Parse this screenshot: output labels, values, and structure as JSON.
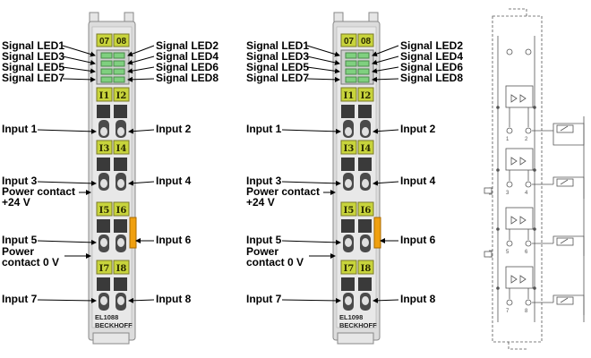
{
  "modules": [
    {
      "model": "EL1088",
      "brand": "BECKHOFF",
      "led_labels": [
        "07",
        "08"
      ],
      "input_labels": [
        [
          "I1",
          "I2"
        ],
        [
          "I3",
          "I4"
        ],
        [
          "I5",
          "I6"
        ],
        [
          "I7",
          "I8"
        ]
      ]
    },
    {
      "model": "EL1098",
      "brand": "BECKHOFF",
      "led_labels": [
        "07",
        "08"
      ],
      "input_labels": [
        [
          "I1",
          "I2"
        ],
        [
          "I3",
          "I4"
        ],
        [
          "I5",
          "I6"
        ],
        [
          "I7",
          "I8"
        ]
      ]
    }
  ],
  "labels": {
    "left": [
      "Signal LED1",
      "Signal LED3",
      "Signal LED5",
      "Signal LED7",
      "Input 1",
      "Input 3",
      "Power contact",
      "+24 V",
      "Input 5",
      "Power",
      "contact 0 V",
      "Input 7"
    ],
    "right": [
      "Signal LED2",
      "Signal LED4",
      "Signal LED6",
      "Signal LED8",
      "Input 2",
      "Input 4",
      "Input 6",
      "Input 8"
    ]
  },
  "schematic": {
    "terminal_numbers": [
      "1",
      "2",
      "3",
      "4",
      "5",
      "6",
      "7",
      "8"
    ]
  },
  "colors": {
    "label_yellow": "#c8d43c",
    "led_green": "#7fd07f",
    "power_orange": "#f0a010",
    "housing": "#dcdcdc"
  }
}
